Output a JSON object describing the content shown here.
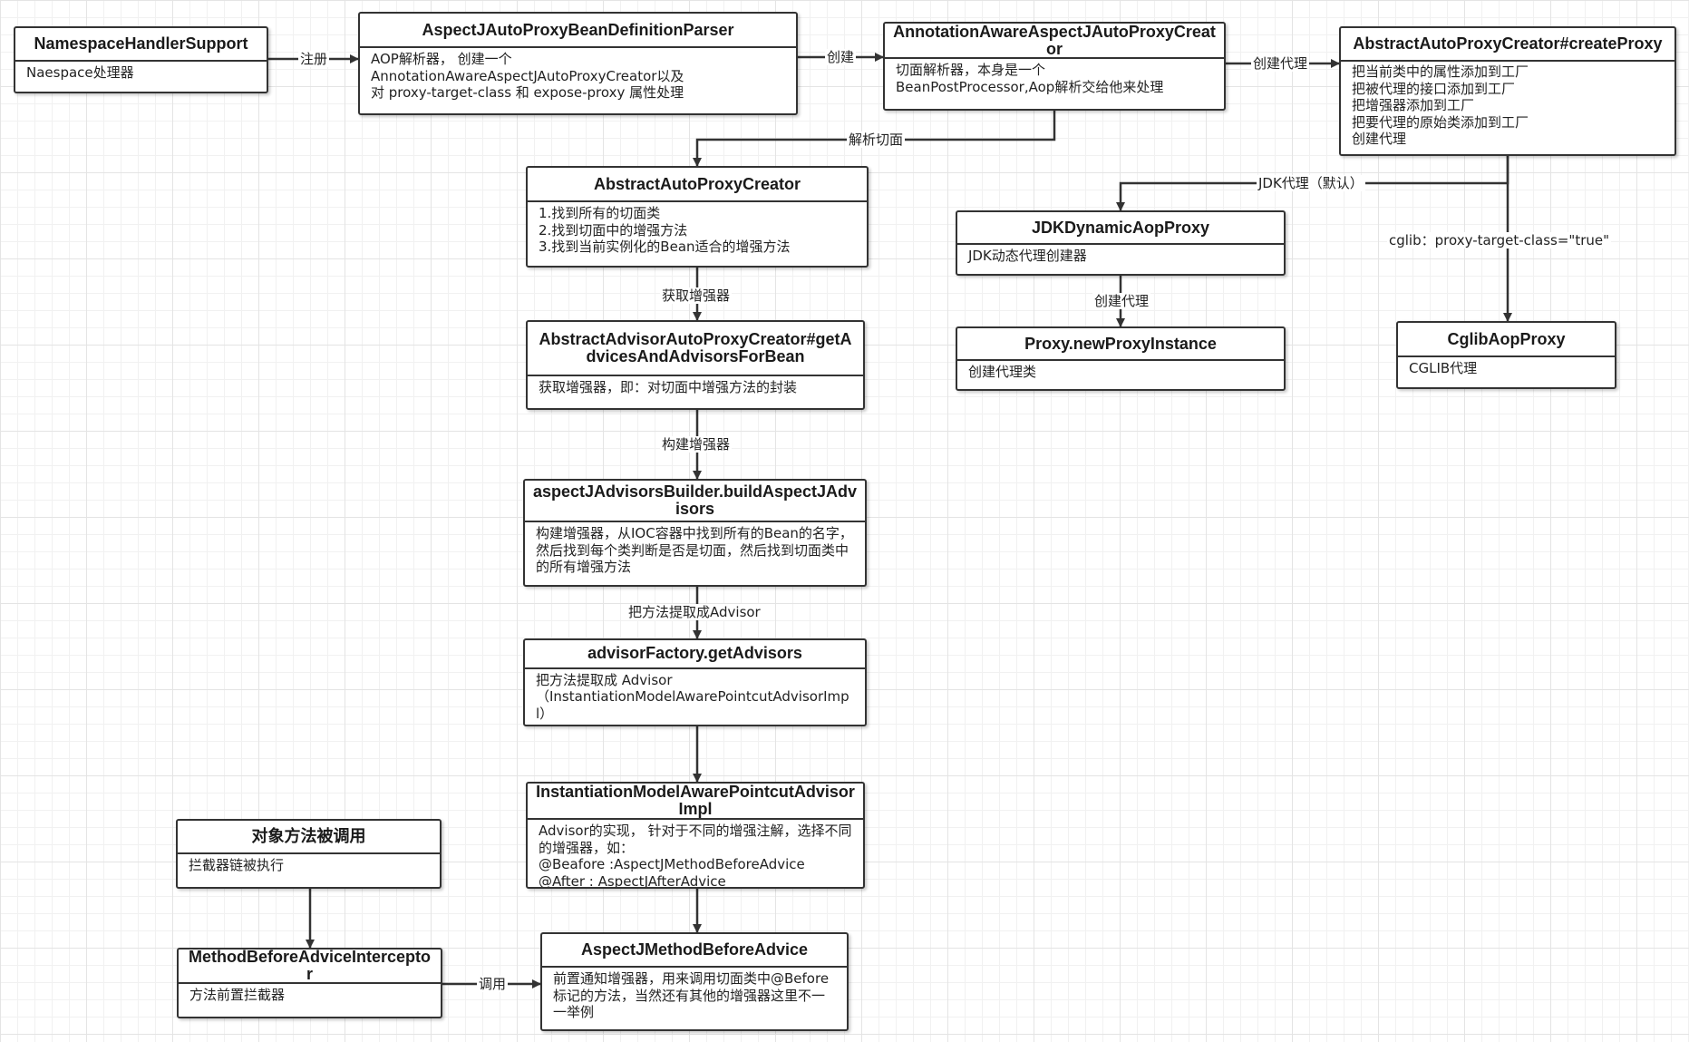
{
  "nodes": {
    "namespace": {
      "title": "NamespaceHandlerSupport",
      "body": "Naespace处理器"
    },
    "parser": {
      "title": "AspectJAutoProxyBeanDefinitionParser",
      "body": "AOP解析器， 创建一个\nAnnotationAwareAspectJAutoProxyCreator以及\n 对 proxy-target-class 和 expose-proxy 属性处理"
    },
    "annotation_creator": {
      "title": "AnnotationAwareAspectJAutoProxyCreator",
      "body": "切面解析器，本身是一个\nBeanPostProcessor,Aop解析交给他来处理"
    },
    "create_proxy": {
      "title": "AbstractAutoProxyCreator#createProxy",
      "body": "把当前类中的属性添加到工厂\n把被代理的接口添加到工厂\n把增强器添加到工厂\n把要代理的原始类添加到工厂\n创建代理"
    },
    "abstract_creator": {
      "title": "AbstractAutoProxyCreator",
      "body": "1.找到所有的切面类\n2.找到切面中的增强方法\n3.找到当前实例化的Bean适合的增强方法"
    },
    "advisor_creator": {
      "title": "AbstractAdvisorAutoProxyCreator#getAdvicesAndAdvisorsForBean",
      "body": "获取增强器，即：对切面中增强方法的封装"
    },
    "builder": {
      "title": "aspectJAdvisorsBuilder.buildAspectJAdvisors",
      "body": "构建增强器，从IOC容器中找到所有的Bean的名字，然后找到每个类判断是否是切面，然后找到切面类中的所有增强方法"
    },
    "factory": {
      "title": "advisorFactory.getAdvisors",
      "body": "把方法提取成 Advisor\n（InstantiationModelAwarePointcutAdvisorImpl）"
    },
    "impl": {
      "title": "InstantiationModelAwarePointcutAdvisorImpl",
      "body": "Advisor的实现，  针对于不同的增强注解，选择不同的增强器，如：\n@Beafore :AspectJMethodBeforeAdvice\n@After : AspectJAfterAdvice"
    },
    "before_advice": {
      "title": "AspectJMethodBeforeAdvice",
      "body": "前置通知增强器，用来调用切面类中@Before标记的方法，当然还有其他的增强器这里不一一举例"
    },
    "jdk": {
      "title": "JDKDynamicAopProxy",
      "body": "JDK动态代理创建器"
    },
    "proxy_instance": {
      "title": "Proxy.newProxyInstance",
      "body": "创建代理类"
    },
    "cglib": {
      "title": "CglibAopProxy",
      "body": "CGLIB代理"
    },
    "invoked": {
      "title": "对象方法被调用",
      "body": "拦截器链被执行"
    },
    "interceptor": {
      "title": "MethodBeforeAdviceInterceptor",
      "body": "方法前置拦截器"
    }
  },
  "edge_labels": {
    "register": "注册",
    "create": "创建",
    "create_proxy": "创建代理",
    "parse_aspect": "解析切面",
    "jdk_default": "JDK代理（默认）",
    "cglib_condition": "cglib：proxy-target-class=\"true\"",
    "get_advisors": "获取增强器",
    "build_advisors": "构建增强器",
    "extract_advisor": "把方法提取成Advisor",
    "jdk_create_proxy": "创建代理",
    "invoke": "调用"
  }
}
